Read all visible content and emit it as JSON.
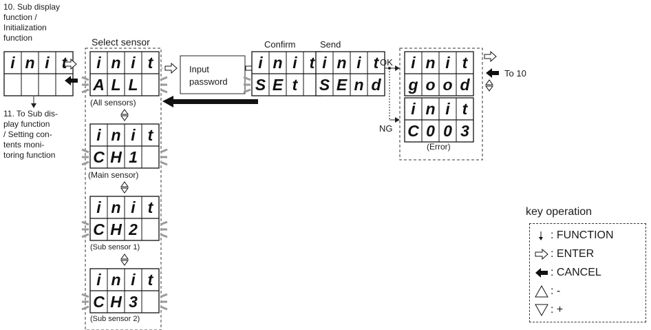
{
  "labels": {
    "step10": "10. Sub display\nfunction /\nInitialization\nfunction",
    "step11": "11. To Sub dis-\nplay function\n/ Setting con-\ntents moni-\ntoring function",
    "select_sensor": "Select sensor",
    "confirm": "Confirm",
    "send": "Send",
    "ok": "OK",
    "ng": "NG",
    "to10": "To 10",
    "input_password": "Input\npassword",
    "error": "(Error)"
  },
  "sensors": [
    {
      "code": "ALL",
      "label": "(All sensors)"
    },
    {
      "code": "CH1",
      "label": "(Main sensor)"
    },
    {
      "code": "CH2",
      "label": "(Sub sensor 1)"
    },
    {
      "code": "CH3",
      "label": "(Sub sensor 2)"
    }
  ],
  "displays": {
    "top_text": "init",
    "confirm_code": "SEt",
    "send_code": "SEnd",
    "ok_code": "good",
    "error_code": "C003"
  },
  "key_operation": {
    "title": "key operation",
    "items": [
      {
        "icon": "down-arrow-icon",
        "label": ": FUNCTION"
      },
      {
        "icon": "hollow-right-arrow-icon",
        "label": ": ENTER"
      },
      {
        "icon": "solid-left-arrow-icon",
        "label": ": CANCEL"
      },
      {
        "icon": "up-triangle-icon",
        "label": ": -"
      },
      {
        "icon": "down-triangle-icon",
        "label": ": +"
      }
    ]
  }
}
